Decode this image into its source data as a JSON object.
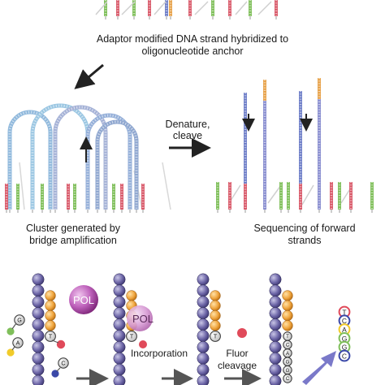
{
  "captions": {
    "adaptor_line1": "Adaptor modified DNA strand hybridized to",
    "adaptor_line2": "oligonucleotide anchor",
    "denature_line1": "Denature,",
    "denature_line2": "cleave",
    "cluster_line1": "Cluster generated by",
    "cluster_line2": "bridge amplification",
    "sequencing_line1": "Sequencing of forward",
    "sequencing_line2": "strands"
  },
  "steps": {
    "incorporation": "Incorporation",
    "fluor_line1": "Fluor",
    "fluor_line2": "cleavage"
  },
  "labels": {
    "polymerase": "POL",
    "nucleotides_free": [
      "G",
      "A",
      "C"
    ],
    "incorporated_base": "T",
    "template_bases_final": [
      "T",
      "C",
      "A",
      "G",
      "G",
      "C"
    ],
    "read_sequence": [
      "T",
      "C",
      "A",
      "G",
      "G",
      "C"
    ]
  },
  "colors": {
    "strand_blue": "#6f7fc8",
    "strand_red": "#d95a6a",
    "strand_green": "#7fbf5a",
    "strand_orange": "#e7a24a",
    "bead_purple": "#7a73b0",
    "bead_orange": "#f0a640",
    "pol": "#b54bb0",
    "arrow_dark": "#222222",
    "arrow_purple": "#7a79c9"
  }
}
